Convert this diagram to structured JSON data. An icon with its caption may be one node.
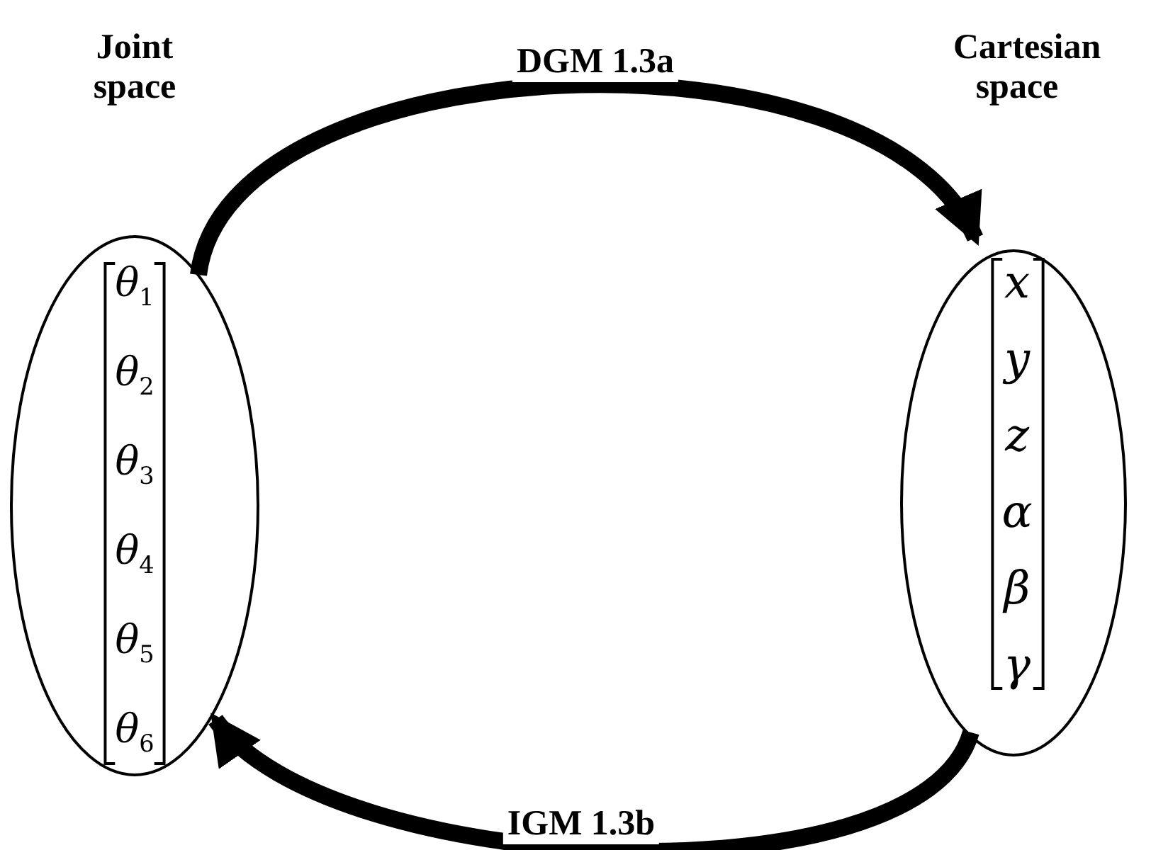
{
  "diagram": {
    "nodes": [
      {
        "text": [
          "Joint space",
          "θ$_{1}$",
          "θ$_{2}$",
          "θ$_{3}$",
          "θ$_{4}$",
          "θ$_{5}$",
          "θ$_{6}$"
        ]
      },
      {
        "text": [
          "Cartesian space",
          "x",
          "y",
          "z",
          "α",
          "β",
          "γ"
        ]
      }
    ],
    "edges": [
      {
        "from": 0,
        "to": 1,
        "arrow": "to",
        "label": "DGM 1.3a"
      },
      {
        "from": 1,
        "to": 0,
        "arrow": "to",
        "label": "IGM 1.3b"
      }
    ]
  }
}
